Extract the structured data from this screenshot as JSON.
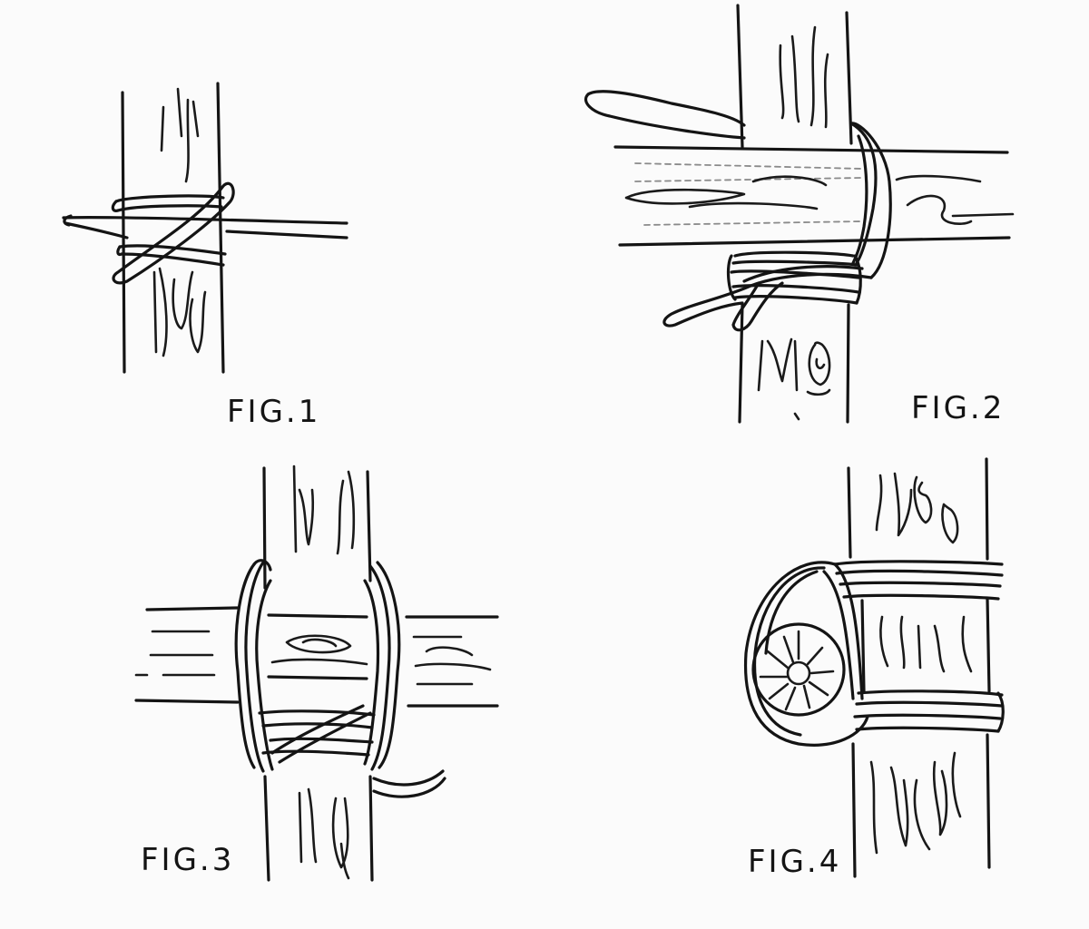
{
  "figures": [
    {
      "id": "fig1",
      "label": "FIG.1"
    },
    {
      "id": "fig2",
      "label": "FIG.2"
    },
    {
      "id": "fig3",
      "label": "FIG.3"
    },
    {
      "id": "fig4",
      "label": "FIG.4"
    }
  ],
  "colors": {
    "ink": "#141414",
    "paper": "#fbfbfb"
  }
}
